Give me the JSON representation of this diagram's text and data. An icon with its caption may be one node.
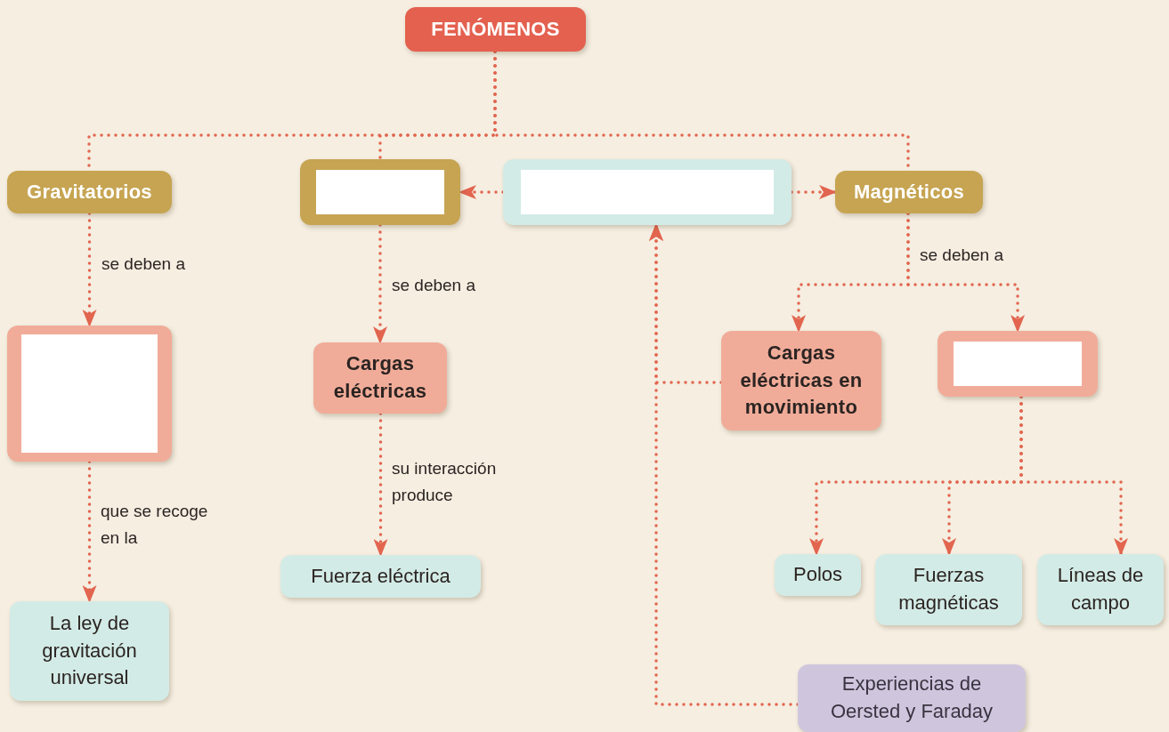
{
  "diagram": {
    "nodes": [
      {
        "text": [
          "FENÓMENOS"
        ]
      },
      {
        "text": [
          "Gravitatorios"
        ]
      },
      {
        "text": [],
        "shape": "box"
      },
      {
        "text": [],
        "shape": "box"
      },
      {
        "text": [
          "Magnéticos"
        ]
      },
      {
        "text": [],
        "shape": "box"
      },
      {
        "text": [
          "Cargas eléctricas"
        ]
      },
      {
        "text": [
          "Cargas eléctricas en movimiento"
        ]
      },
      {
        "text": [],
        "shape": "box"
      },
      {
        "text": [
          "La ley de gravitación universal"
        ]
      },
      {
        "text": [
          "Fuerza eléctrica"
        ]
      },
      {
        "text": [
          "Polos"
        ]
      },
      {
        "text": [
          "Fuerzas magnéticas"
        ]
      },
      {
        "text": [
          "Líneas de campo"
        ]
      },
      {
        "text": [
          "Experiencias de Oersted y Faraday"
        ]
      }
    ],
    "edges": [
      {
        "from": 0,
        "to": 1,
        "arrow": "none"
      },
      {
        "from": 0,
        "to": 2,
        "arrow": "none"
      },
      {
        "from": 0,
        "to": 4,
        "arrow": "none"
      },
      {
        "from": 3,
        "to": 2,
        "arrow": "to"
      },
      {
        "from": 3,
        "to": 4,
        "arrow": "to"
      },
      {
        "from": 1,
        "to": 5,
        "arrow": "to",
        "label": "se deben a"
      },
      {
        "from": 2,
        "to": 6,
        "arrow": "to",
        "label": "se deben a"
      },
      {
        "from": 4,
        "to": 7,
        "arrow": "to",
        "label": "se deben a"
      },
      {
        "from": 4,
        "to": 8,
        "arrow": "to"
      },
      {
        "from": 5,
        "to": 9,
        "arrow": "to",
        "label": "que se recoge en la"
      },
      {
        "from": 6,
        "to": 10,
        "arrow": "to",
        "label": "su interacción produce"
      },
      {
        "from": 8,
        "to": 11,
        "arrow": "to"
      },
      {
        "from": 8,
        "to": 12,
        "arrow": "to"
      },
      {
        "from": 8,
        "to": 13,
        "arrow": "to"
      },
      {
        "from": 7,
        "to": 3,
        "arrow": "to"
      },
      {
        "from": 14,
        "to": 3,
        "arrow": "to"
      }
    ]
  }
}
